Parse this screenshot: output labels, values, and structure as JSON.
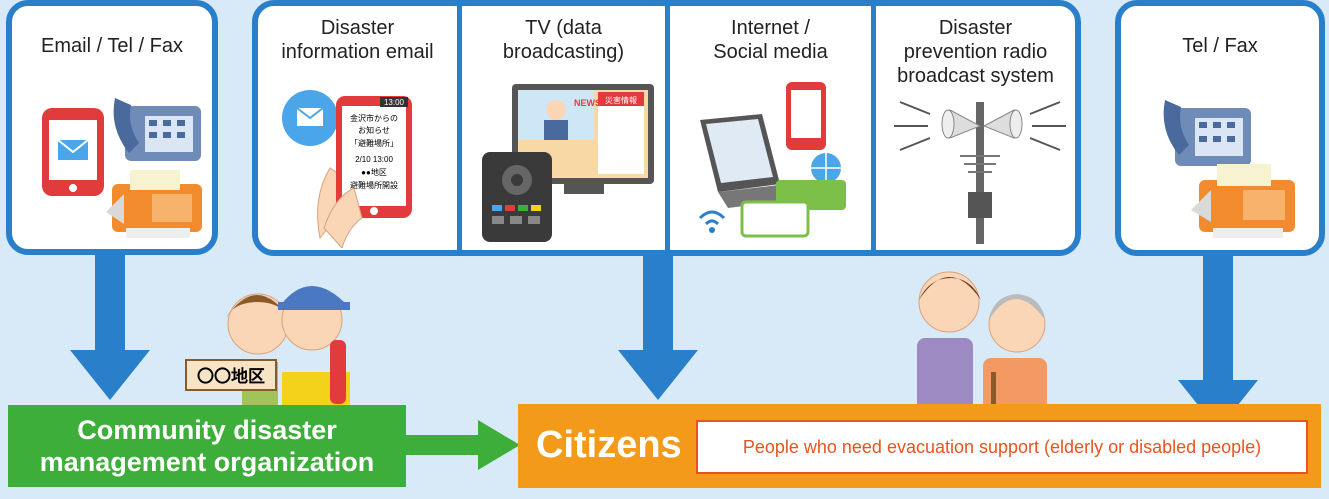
{
  "channels": {
    "email_tel_fax": "Email / Tel / Fax",
    "disaster_email": [
      "Disaster",
      "information email"
    ],
    "tv": [
      "TV (data",
      "broadcasting)"
    ],
    "internet": [
      "Internet /",
      "Social media"
    ],
    "radio": [
      "Disaster",
      "prevention radio",
      "broadcast system"
    ],
    "tel_fax": "Tel / Fax"
  },
  "phone_screen": {
    "time": "13:00",
    "lines": [
      "金沢市からの",
      "お知らせ",
      "「避難場所」",
      "2/10 13:00",
      "●●地区",
      "避難場所開設"
    ]
  },
  "tv_screen": {
    "news": "NEWS",
    "panel_title": "災害情報"
  },
  "sign_text": "〇〇地区",
  "organization": [
    "Community disaster",
    "management organization"
  ],
  "citizens": "Citizens",
  "support_note": "People who need evacuation support (elderly or disabled people)",
  "colors": {
    "blue": "#2a7fcb",
    "green": "#3eae3a",
    "orange": "#f39a1b",
    "red_orange": "#e8541d"
  }
}
